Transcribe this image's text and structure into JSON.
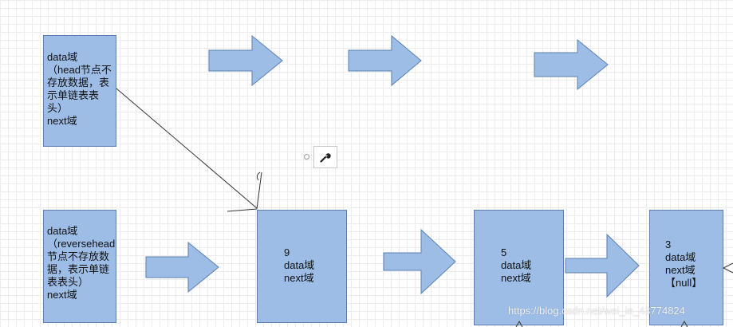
{
  "nodes": {
    "head": {
      "text": "data域\n（head节点不存放数据，表示单链表表头）\nnext域"
    },
    "reversehead": {
      "text": "data域\n（reversehead节点不存放数据，表示单链表表头）\nnext域"
    },
    "n9": {
      "text": "9\ndata域\nnext域"
    },
    "n5": {
      "text": "5\ndata域\nnext域"
    },
    "n3": {
      "text": "3\ndata域\nnext域\n【null】"
    }
  },
  "toolbar": {
    "tool_icon": "wrench-icon"
  },
  "watermark": {
    "text": "https://blog.csdn.net/wei_in_43774824"
  },
  "colors": {
    "box_fill": "#9dbde6",
    "box_border": "#5b7fb0",
    "arrow_fill": "#9dbde6",
    "line": "#333333"
  }
}
